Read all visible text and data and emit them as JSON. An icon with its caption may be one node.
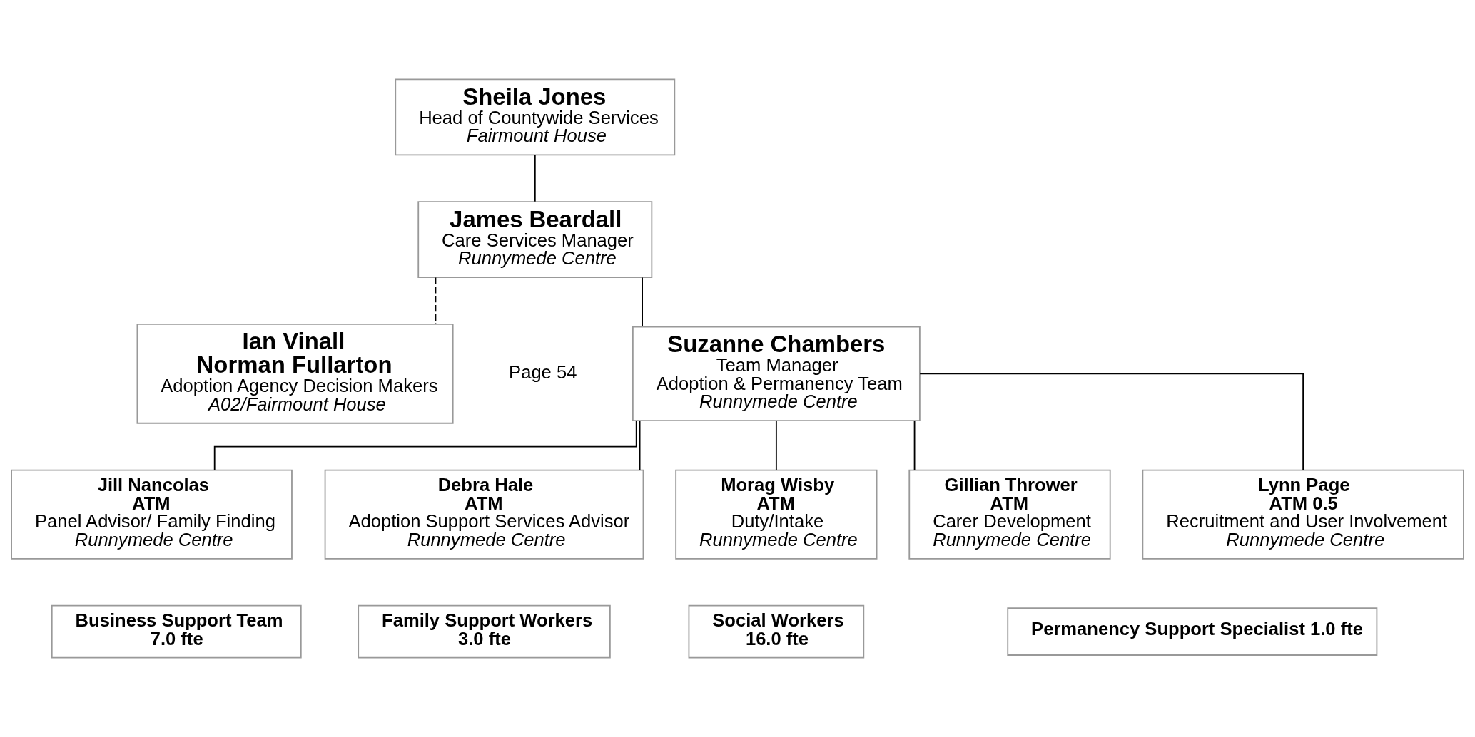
{
  "diagram": {
    "nodes": [
      {
        "text": [
          "Sheila Jones",
          "Head of Countywide Services",
          "Fairmount House"
        ]
      },
      {
        "text": [
          "James Beardall",
          "Care Services Manager",
          "Runnymede Centre"
        ]
      },
      {
        "text": [
          "Suzanne Chambers",
          "Team Manager",
          "Adoption & Permanency Team",
          "Runnymede Centre"
        ]
      },
      {
        "text": [
          "Ian Vinall",
          "Norman Fullarton",
          "Adoption Agency Decision Makers",
          "A02/Fairmount House"
        ]
      },
      {
        "text": [
          "Jill Nancolas",
          "ATM",
          "Panel Advisor/ Family Finding",
          "Runnymede Centre"
        ]
      },
      {
        "text": [
          "Debra Hale",
          "ATM",
          "Adoption Support Services Advisor",
          "Runnymede Centre"
        ]
      },
      {
        "text": [
          "Morag Wisby",
          "ATM",
          "Duty/Intake",
          "Runnymede Centre"
        ]
      },
      {
        "text": [
          "Gillian Thrower",
          "ATM",
          "Carer Development",
          "Runnymede Centre"
        ]
      },
      {
        "text": [
          "Lynn Page",
          "ATM 0.5",
          "Recruitment and User Involvement",
          "Runnymede Centre"
        ]
      },
      {
        "text": [
          "Business Support Team",
          "7.0 fte"
        ]
      },
      {
        "text": [
          "Family Support Workers",
          "3.0 fte"
        ]
      },
      {
        "text": [
          "Social Workers",
          "16.0 fte"
        ]
      },
      {
        "text": [
          "Permanency Support Specialist 1.0 fte"
        ]
      }
    ],
    "edges": [
      {
        "from": 0,
        "to": 1,
        "arrow": "none"
      },
      {
        "from": 1,
        "to": 2,
        "arrow": "none"
      },
      {
        "from": 1,
        "to": 3,
        "arrow": "none",
        "style": "dashed"
      },
      {
        "from": 2,
        "to": 4,
        "arrow": "none"
      },
      {
        "from": 2,
        "to": 5,
        "arrow": "none"
      },
      {
        "from": 2,
        "to": 6,
        "arrow": "none"
      },
      {
        "from": 2,
        "to": 7,
        "arrow": "none"
      },
      {
        "from": 2,
        "to": 8,
        "arrow": "none"
      }
    ],
    "labels": [
      "Page 54"
    ]
  }
}
